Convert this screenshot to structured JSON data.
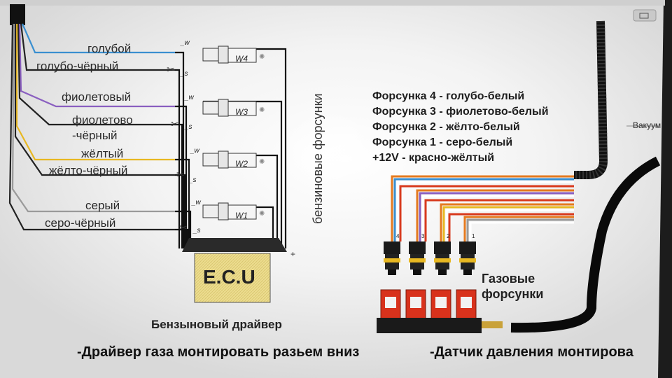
{
  "window": {
    "menu_items": [
      "",
      "",
      ""
    ],
    "controls": [
      "",
      "",
      ""
    ]
  },
  "wire_labels": [
    "голубой",
    "голубо-чёрный",
    "фиолетовый",
    "фиолетово",
    "-чёрный",
    "жёлтый",
    "жёлто-чёрный",
    "серый",
    "серо-чёрный"
  ],
  "injectors": [
    "W4",
    "W3",
    "W2",
    "W1"
  ],
  "pin_w": "_w",
  "pin_s": "_s",
  "vertical_label": "бензиновые форсунки",
  "ecu_label": "E.C.U",
  "petrol_driver_label": "Бензыновый драйвер",
  "plus_sign": "+",
  "legend": [
    "Форсунка 4 - голубо-белый",
    "Форсунка 3 - фиолетово-белый",
    "Форсунка 2 - жёлто-белый",
    "Форсунка 1 - серо-белый",
    "+12V -  красно-жёлтый"
  ],
  "vacuum_label": "Вакуум",
  "gas_injectors_label": [
    "Газовые",
    "форсунки"
  ],
  "gas_injector_numbers": [
    "4",
    "3",
    "2",
    "1"
  ],
  "bottom_notes": [
    "-Драйвер газа монтировать разьем вниз",
    "-Датчик давления монтирова"
  ],
  "colors": {
    "blue": "#3a8fd0",
    "violet": "#8a5fc0",
    "yellow": "#e8b822",
    "grey": "#9a9a9a",
    "orange": "#e57a1f",
    "red": "#d83a1e",
    "ecu_fill": "#e9d98b",
    "connector_red": "#d8321c"
  }
}
